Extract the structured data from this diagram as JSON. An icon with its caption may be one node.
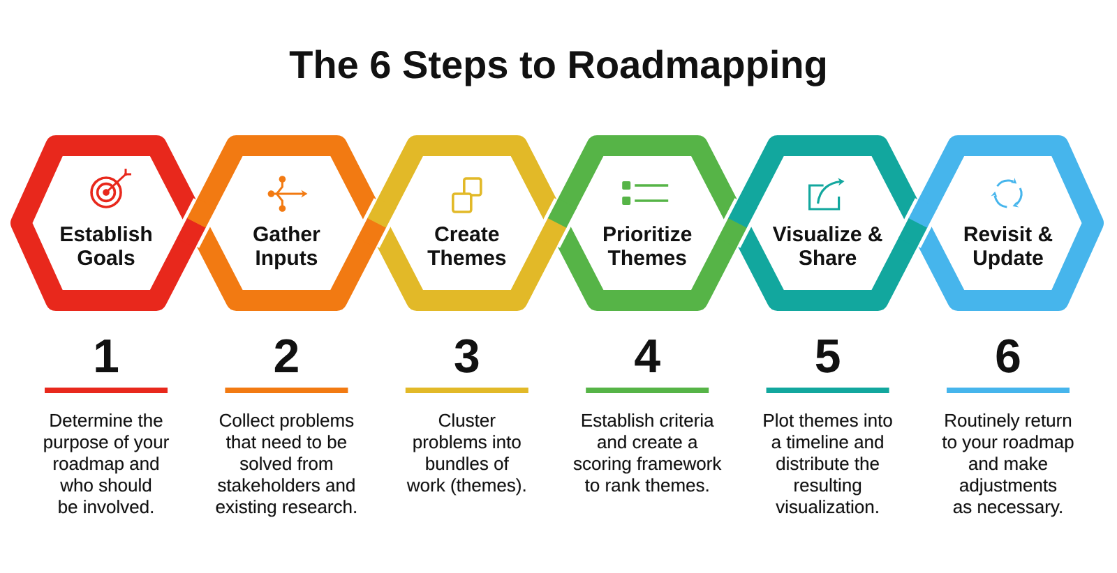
{
  "diagram": {
    "title": "The 6 Steps to Roadmapping",
    "nodes": [
      {
        "text": [
          "Establish Goals"
        ],
        "beside": [
          "1",
          "Determine the purpose of your roadmap and who should be involved."
        ]
      },
      {
        "text": [
          "Gather Inputs"
        ],
        "beside": [
          "2",
          "Collect problems that need to be solved from stakeholders and existing research."
        ]
      },
      {
        "text": [
          "Create Themes"
        ],
        "beside": [
          "3",
          "Cluster problems into bundles of work (themes)."
        ]
      },
      {
        "text": [
          "Prioritize Themes"
        ],
        "beside": [
          "4",
          "Establish criteria and create a scoring framework to rank themes."
        ]
      },
      {
        "text": [
          "Visualize & Share"
        ],
        "beside": [
          "5",
          "Plot themes into a timeline and distribute the resulting visualization."
        ]
      },
      {
        "text": [
          "Revisit & Update"
        ],
        "beside": [
          "6",
          "Routinely return to your roadmap and make adjustments as necessary."
        ]
      }
    ]
  }
}
